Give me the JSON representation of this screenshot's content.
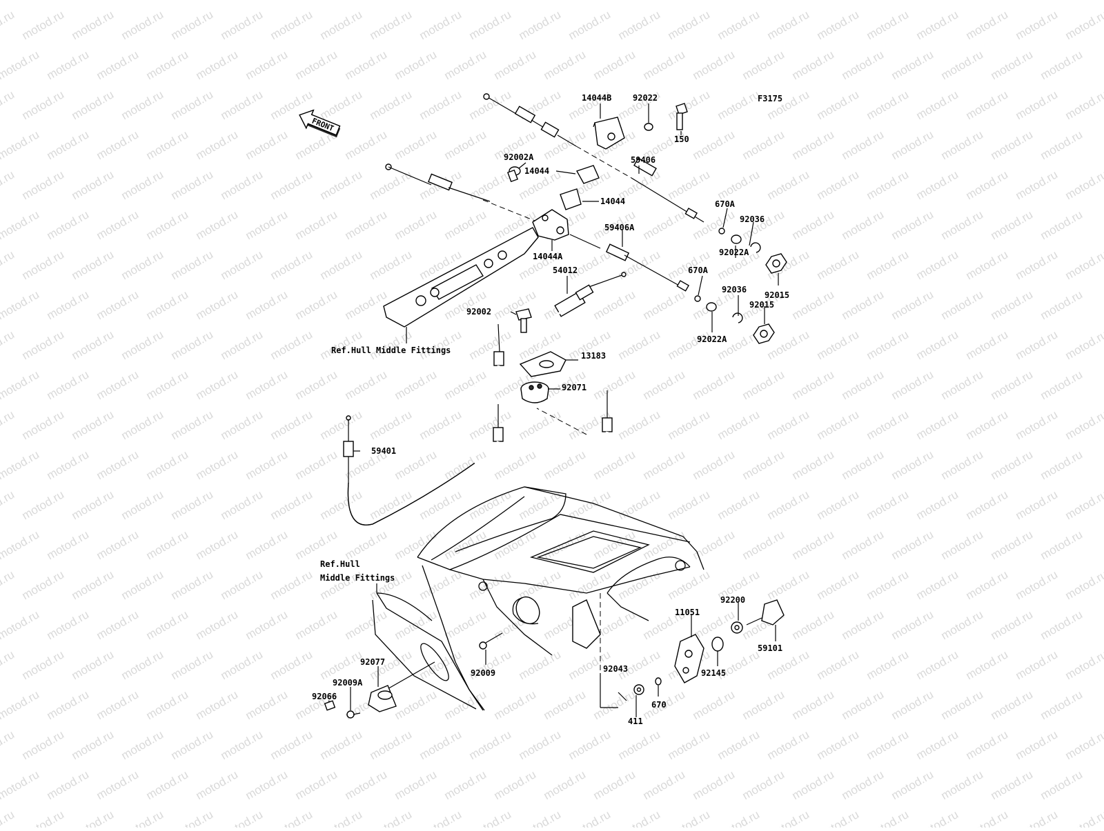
{
  "diagram_code": "F3175",
  "watermark": "motod.ru",
  "front_arrow_text": "FRONT",
  "labels": {
    "l14044B": "14044B",
    "l92022": "92022",
    "l150": "150",
    "l92002A": "92002A",
    "l14044a": "14044",
    "l59406": "59406",
    "l14044b": "14044",
    "l670A_1": "670A",
    "l92036_1": "92036",
    "l14044A": "14044A",
    "l59406A": "59406A",
    "l92022A_1": "92022A",
    "l54012": "54012",
    "l670A_2": "670A",
    "l92015_1": "92015",
    "l92036_2": "92036",
    "l92015_2": "92015",
    "l92002": "92002",
    "l92022A_2": "92022A",
    "ref1": "Ref.Hull Middle Fittings",
    "l13183": "13183",
    "l92071": "92071",
    "l59401": "59401",
    "ref2_line1": "Ref.Hull",
    "ref2_line2": "Middle Fittings",
    "l92200": "92200",
    "l11051": "11051",
    "l59101": "59101",
    "l92145": "92145",
    "l92077": "92077",
    "l92009": "92009",
    "l92043": "92043",
    "l92009A": "92009A",
    "l92066": "92066",
    "l670": "670",
    "l411": "411"
  }
}
